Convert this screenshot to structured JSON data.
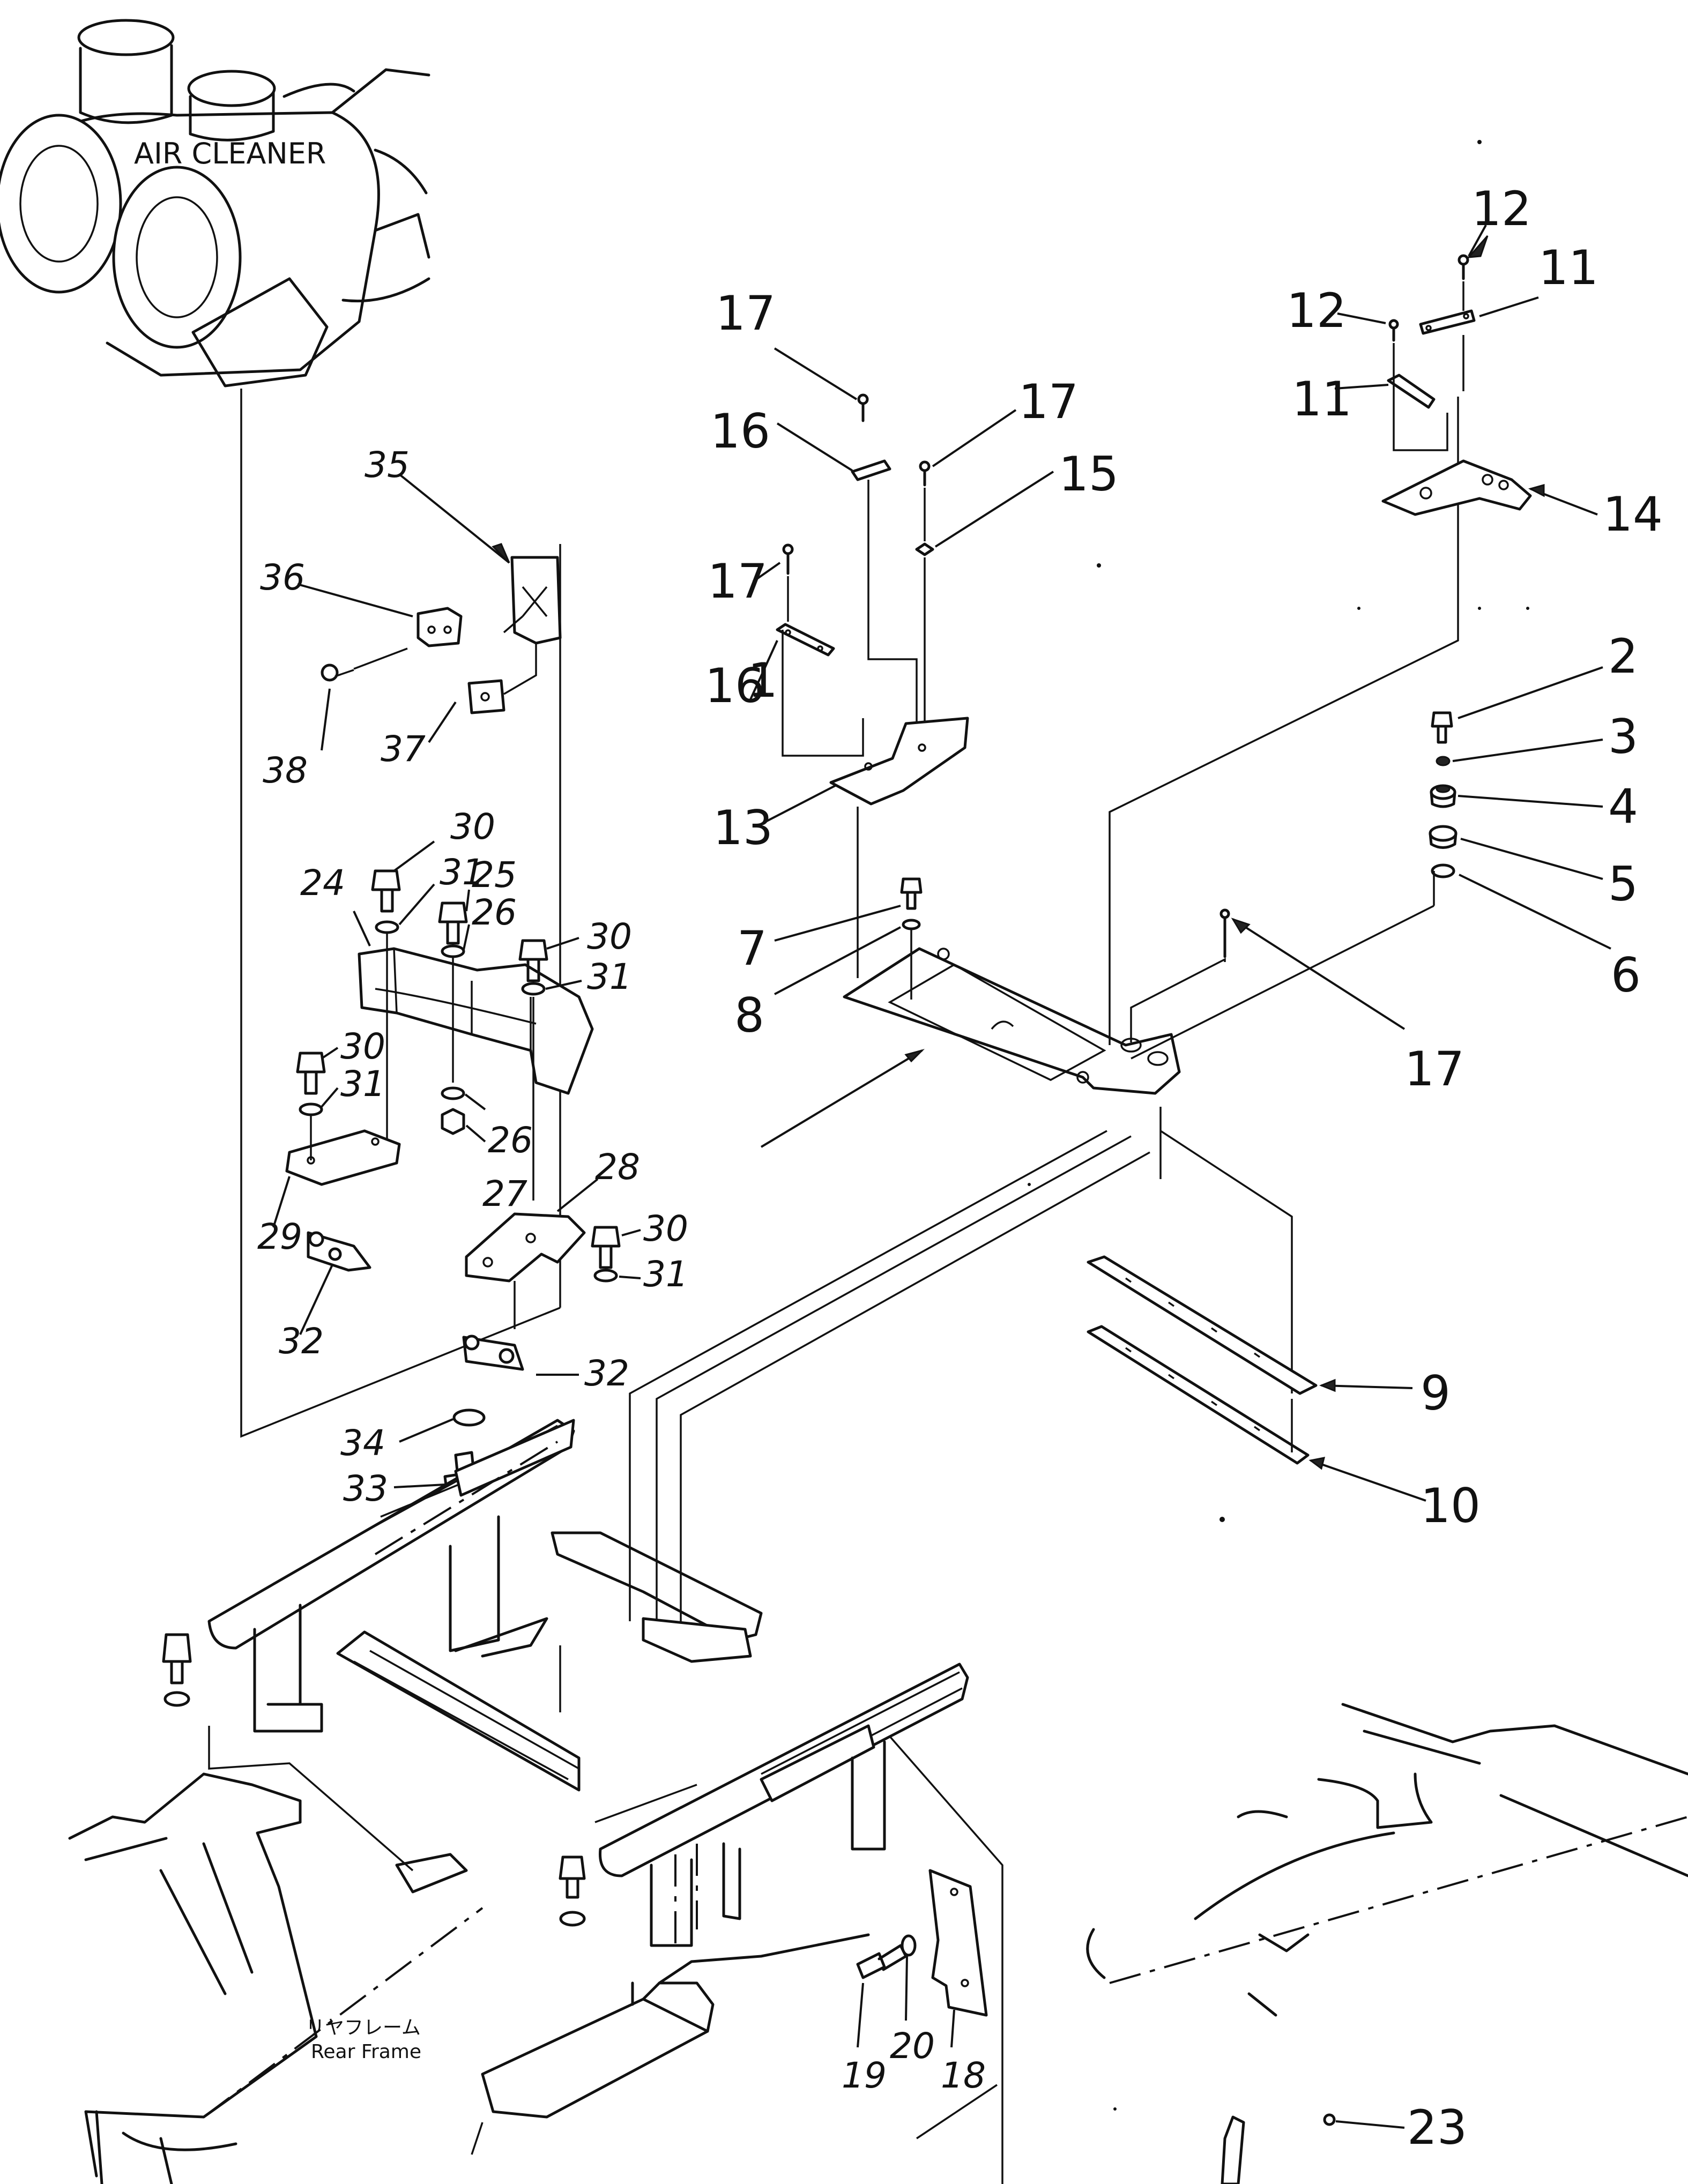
{
  "labels": {
    "air_cleaner": "AIR CLEANER",
    "rear_frame_jp": "リヤフレーム",
    "rear_frame_en": "Rear Frame"
  },
  "callouts": {
    "c1": "1",
    "c2": "2",
    "c3": "3",
    "c4": "4",
    "c5": "5",
    "c6": "6",
    "c7": "7",
    "c8": "8",
    "c9": "9",
    "c10": "10",
    "c11a": "11",
    "c11b": "11",
    "c12a": "12",
    "c12b": "12",
    "c13": "13",
    "c14": "14",
    "c15": "15",
    "c16a": "16",
    "c16b": "16",
    "c17a": "17",
    "c17b": "17",
    "c17c": "17",
    "c17d": "17",
    "c18": "18",
    "c19": "19",
    "c20": "20",
    "c23": "23",
    "c24": "24",
    "c25": "25",
    "c26a": "26",
    "c26b": "26",
    "c27": "27",
    "c28": "28",
    "c29": "29",
    "c30a": "30",
    "c30b": "30",
    "c30c": "30",
    "c30d": "30",
    "c31a": "31",
    "c31b": "31",
    "c31c": "31",
    "c31d": "31",
    "c32a": "32",
    "c32b": "32",
    "c33": "33",
    "c34": "34",
    "c35": "35",
    "c36": "36",
    "c37": "37",
    "c38": "38"
  },
  "colors": {
    "line": "#111111",
    "background": "#ffffff"
  }
}
